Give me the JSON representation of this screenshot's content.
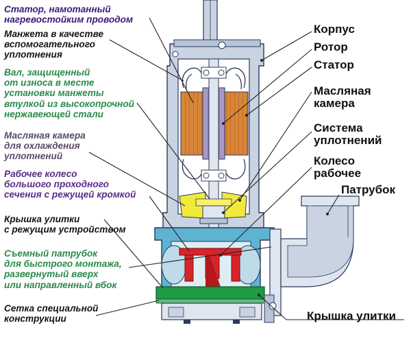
{
  "left_labels": [
    {
      "text": "Статор, намотанный\nнагревостойким проводом",
      "color": "#3a1a78"
    },
    {
      "text": "Манжета в качестве\nвспомогательного\nуплотнения",
      "color": "#141414"
    },
    {
      "text": "Вал, защищенный\nот износа в месте\nустановки манжеты\nвтулкой из высокопрочной\nнержавеющей стали",
      "color": "#2a8a4a"
    },
    {
      "text": "Масляная камера\nдля охлаждения\nуплотнений",
      "color": "#5a4a6a"
    },
    {
      "text": "Рабочее колесо\nбольшого проходного\nсечения с режущей кромкой",
      "color": "#5a2a8a"
    },
    {
      "text": "Крышка улитки\nс режущим устройством",
      "color": "#141414"
    },
    {
      "text": "Съемный патрубок\nдля быстрого монтажа,\nразвернутый вверх\nили направленный вбок",
      "color": "#2a8a4a"
    },
    {
      "text": "Сетка специальной\nконструкции",
      "color": "#141414"
    }
  ],
  "right_labels": [
    {
      "text": "Корпус"
    },
    {
      "text": "Ротор"
    },
    {
      "text": "Статор"
    },
    {
      "text": "Масляная\nкамера"
    },
    {
      "text": "Система\nуплотнений"
    },
    {
      "text": "Колесо\nрабочее"
    },
    {
      "text": "Патрубок"
    },
    {
      "text": "Крышка улитки"
    }
  ],
  "colors": {
    "housing": "#c9d3e2",
    "housing_stroke": "#2b3a5a",
    "stator": "#d9863a",
    "stator_stripes": "#c06e24",
    "rotor": "#a89ac8",
    "shaft": "#dfe6f0",
    "oil_chamber": "#f2ea3a",
    "volute": "#5fb3d2",
    "impeller": "#d7242a",
    "base": "#1f9a45",
    "leader": "#222222"
  }
}
